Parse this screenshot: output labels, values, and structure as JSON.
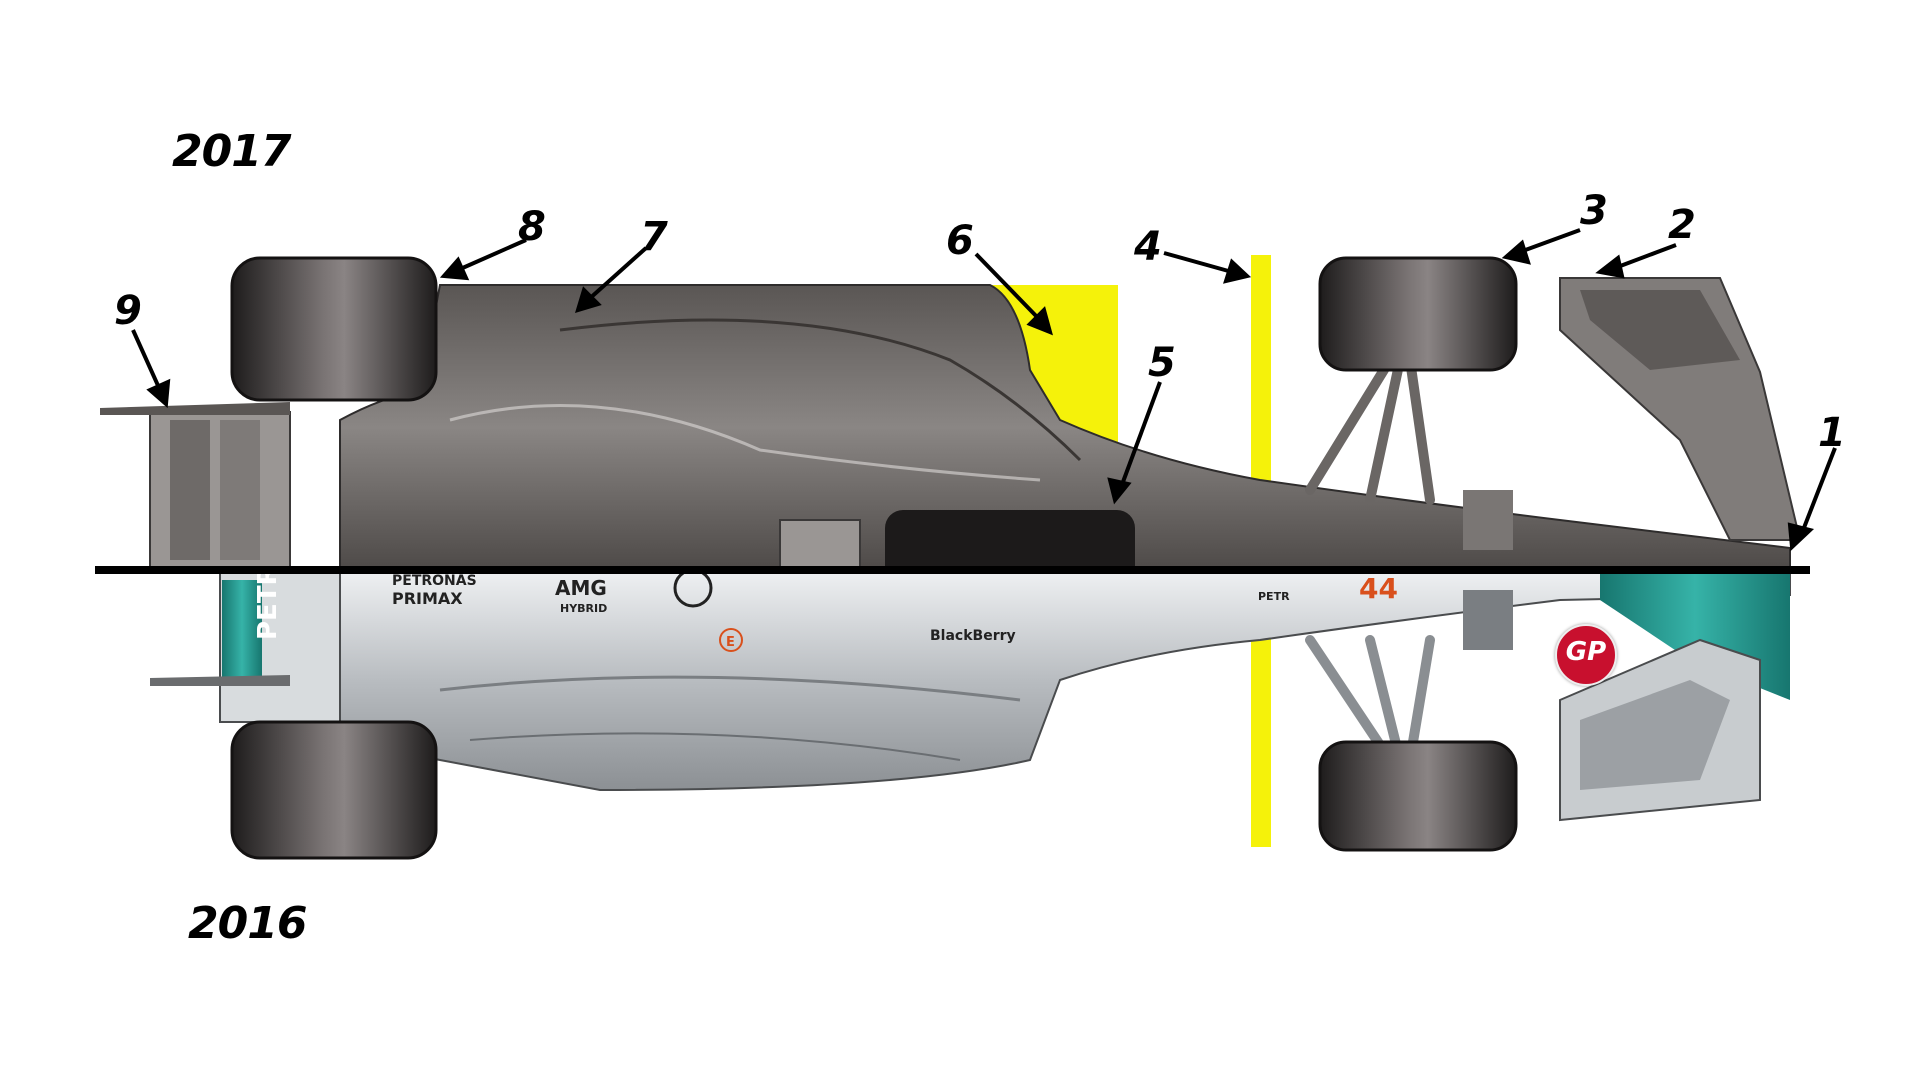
{
  "labels": {
    "top_year": "2017",
    "bottom_year": "2016"
  },
  "callouts": [
    "1",
    "2",
    "3",
    "4",
    "5",
    "6",
    "7",
    "8",
    "9"
  ],
  "car_markings": {
    "petronas_sidepod": "PETRONAS",
    "primax": "PRIMAX",
    "amg": "AMG",
    "hybrid": "HYBRID",
    "blackberry": "BlackBerry",
    "rear_wing_text": "PETR",
    "car_number": "44",
    "energy_e": "E",
    "nose_petr": "PETR",
    "logo": "GP"
  },
  "colors": {
    "highlight_yellow": "#f5f20a",
    "bodywork_2017": "#6c6864",
    "bodywork_2016": "#c4c8cc",
    "tyre": "#2e2c2c",
    "petronas_teal": "#2a9d94",
    "axis_line": "#000000"
  }
}
